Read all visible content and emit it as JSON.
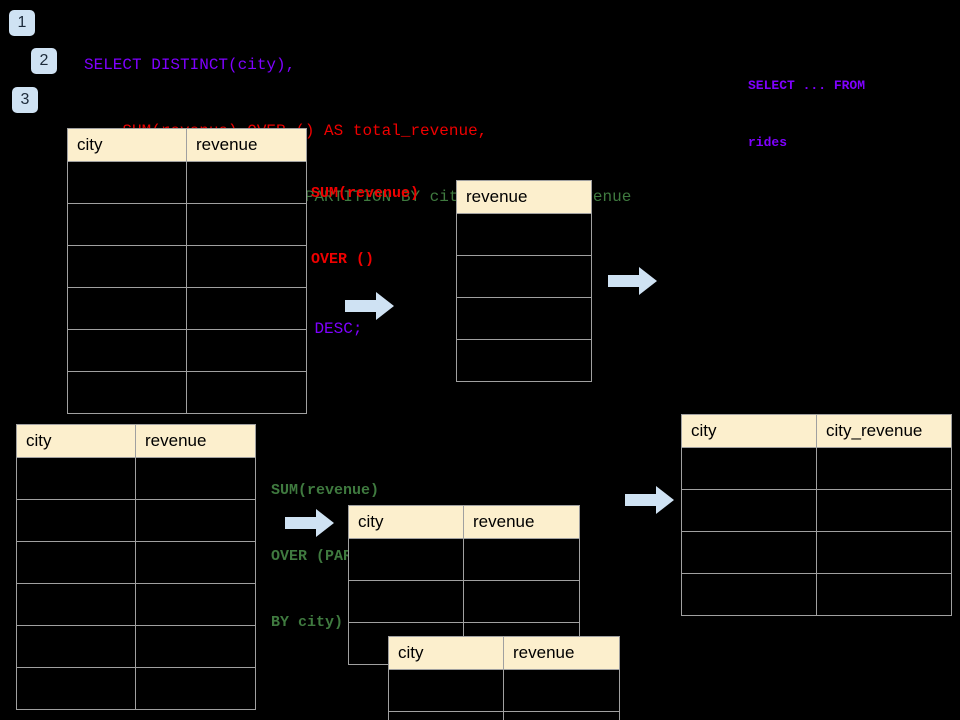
{
  "colors": {
    "background": "#000000",
    "badge_fill": "#cfe2f3",
    "table_header_fill": "#fcefcd",
    "table_border": "#a0a0a0",
    "sql_purple": "#7f00ff",
    "sql_red": "#ef0000",
    "sql_green": "#3f7a3f",
    "arrow_fill": "#cfe2f3"
  },
  "badges": [
    {
      "label": "1"
    },
    {
      "label": "2"
    },
    {
      "label": "3"
    }
  ],
  "sql": {
    "lines": [
      {
        "text": "SELECT DISTINCT(city),",
        "color": "purple"
      },
      {
        "text": "    SUM(revenue) OVER () AS total_revenue,",
        "color": "red"
      },
      {
        "text": "    SUM(revenue) OVER (PARTITION BY city) as city_revenue",
        "color": "green"
      },
      {
        "text": "  FROM rides",
        "color": "purple"
      },
      {
        "text": "  ORDER by city_revenue DESC;",
        "color": "purple"
      }
    ]
  },
  "side_note": {
    "line1": "SELECT ... FROM",
    "line2": "rides"
  },
  "annotations": {
    "total_revenue": {
      "line1": "SUM(revenue)",
      "line2": "OVER ()"
    },
    "city_revenue": {
      "line1": "SUM(revenue)",
      "line2": "OVER (PARTITION",
      "line3": "BY city)"
    }
  },
  "tables": {
    "source_top": {
      "headers": [
        "city",
        "revenue"
      ],
      "row_count": 6
    },
    "total_revenue_result": {
      "headers": [
        "revenue"
      ],
      "row_count": 4
    },
    "source_bottom": {
      "headers": [
        "city",
        "revenue"
      ],
      "row_count": 6
    },
    "partition_back": {
      "headers": [
        "city",
        "revenue"
      ],
      "row_count": 3
    },
    "partition_front": {
      "headers": [
        "city",
        "revenue"
      ],
      "row_count": 2
    },
    "final_result": {
      "headers": [
        "city",
        "city_revenue"
      ],
      "row_count": 4
    }
  },
  "arrows": [
    {
      "name": "arrow-top-left"
    },
    {
      "name": "arrow-top-right"
    },
    {
      "name": "arrow-bottom-left"
    },
    {
      "name": "arrow-bottom-right"
    }
  ]
}
